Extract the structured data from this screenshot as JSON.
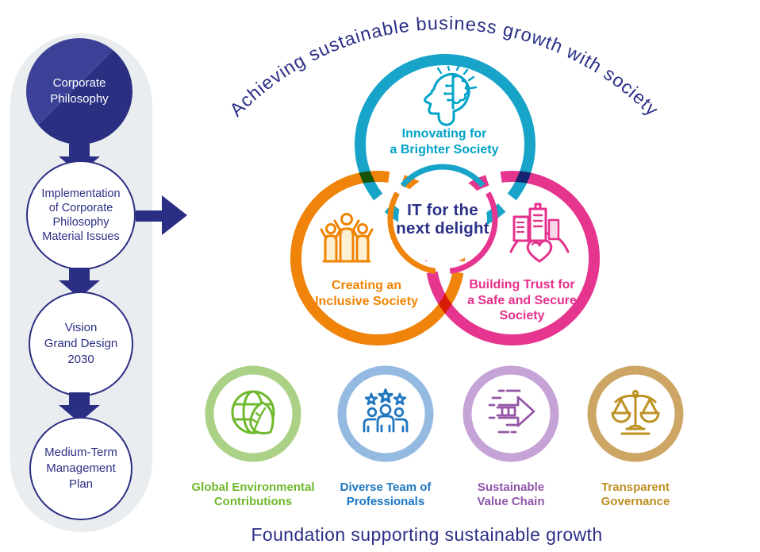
{
  "arc_title": "Achieving sustainable business growth with society",
  "left_flow": {
    "nodes": [
      {
        "id": "corporate-philosophy",
        "label": "Corporate\nPhilosophy"
      },
      {
        "id": "implementation",
        "label": "Implementation\nof Corporate\nPhilosophy\nMaterial Issues"
      },
      {
        "id": "vision-grand-design",
        "label": "Vision\nGrand Design\n2030"
      },
      {
        "id": "medium-term-plan",
        "label": "Medium-Term\nManagement\nPlan"
      }
    ]
  },
  "venn": {
    "center_label": "IT for the\nnext delight",
    "circles": [
      {
        "label": "Innovating for\na Brighter Society",
        "color": "#00a3c7",
        "icon": "head-brain-icon"
      },
      {
        "label": "Creating an\nInclusive Society",
        "color": "#f08300",
        "icon": "celebrating-people-icon"
      },
      {
        "label": "Building Trust for\na Safe and Secure\nSociety",
        "color": "#e5308c",
        "icon": "city-heart-icon"
      }
    ]
  },
  "foundation": {
    "title": "Foundation supporting sustainable growth",
    "items": [
      {
        "label": "Global Environmental\nContributions",
        "text_color": "#6fb92c",
        "ring_color": "#abd186",
        "icon": "globe-leaf-icon"
      },
      {
        "label": "Diverse Team of\nProfessionals",
        "text_color": "#1d76c2",
        "ring_color": "#95bae1",
        "icon": "team-stars-icon"
      },
      {
        "label": "Sustainable\nValue Chain",
        "text_color": "#8f55aa",
        "ring_color": "#c6a3d7",
        "icon": "value-chain-arrow-icon"
      },
      {
        "label": "Transparent\nGovernance",
        "text_color": "#bf8f23",
        "ring_color": "#cda666",
        "icon": "balance-scale-icon"
      }
    ]
  },
  "colors": {
    "navy": "#2b2f84",
    "teal": "#00a3c7",
    "orange": "#f08300",
    "pink": "#e5308c",
    "pill_background": "#e9edef"
  }
}
